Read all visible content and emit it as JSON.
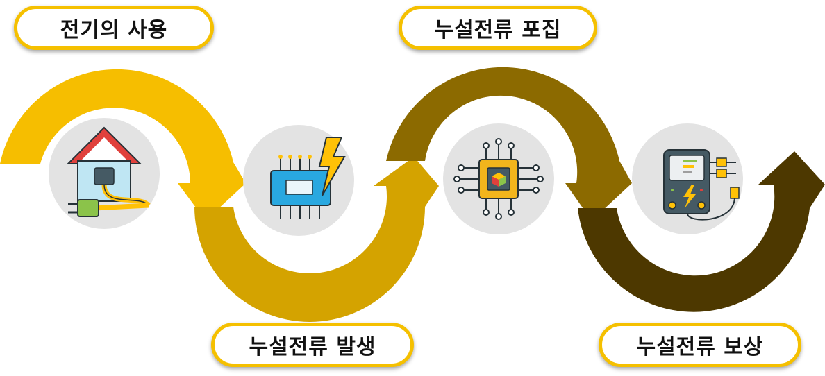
{
  "steps": [
    {
      "label": "전기의 사용",
      "icon": "house-electricity-icon"
    },
    {
      "label": "누설전류 발생",
      "icon": "circuit-board-lightning-icon"
    },
    {
      "label": "누설전류 포집",
      "icon": "microchip-icon"
    },
    {
      "label": "누설전류 보상",
      "icon": "power-meter-icon"
    }
  ],
  "colors": {
    "arc1": "#f6be00",
    "arc2": "#d4a300",
    "arc3": "#8c6a00",
    "arc4": "#4d3800",
    "pill_border": "#f5c000",
    "circle": "#e3e3e3"
  }
}
